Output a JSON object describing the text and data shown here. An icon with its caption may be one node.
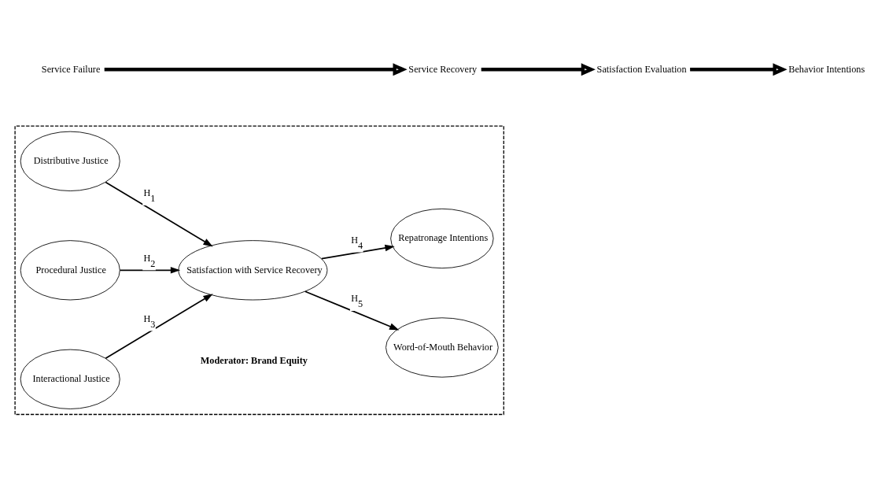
{
  "diagram": {
    "nodes": [
      {
        "text": [
          "Service Failure"
        ]
      },
      {
        "text": [
          "Service Recovery"
        ]
      },
      {
        "text": [
          "Satisfaction Evaluation"
        ]
      },
      {
        "text": [
          "Behavior Intentions"
        ]
      },
      {
        "text": [],
        "shape": "box"
      },
      {
        "text": [
          "Distributive Justice"
        ],
        "in": 4
      },
      {
        "text": [
          "Procedural Justice"
        ],
        "in": 4
      },
      {
        "text": [
          "Interactional Justice"
        ],
        "in": 4
      },
      {
        "text": [
          "Satisfaction with Service Recovery"
        ],
        "in": 4
      },
      {
        "text": [
          "Repatronage Intentions"
        ],
        "in": 4
      },
      {
        "text": [
          "Word-of-Mouth Behavior"
        ],
        "in": 4
      }
    ],
    "edges": [
      {
        "from": 0,
        "to": 1,
        "arrow": "to",
        "style": "thick"
      },
      {
        "from": 1,
        "to": 2,
        "arrow": "to",
        "style": "thick"
      },
      {
        "from": 2,
        "to": 3,
        "arrow": "to",
        "style": "thick"
      },
      {
        "from": 5,
        "to": 8,
        "arrow": "to",
        "label": "H$_{1}$"
      },
      {
        "from": 6,
        "to": 8,
        "arrow": "to",
        "label": "H$_{2}$"
      },
      {
        "from": 7,
        "to": 8,
        "arrow": "to",
        "label": "H$_{3}$"
      },
      {
        "from": 8,
        "to": 9,
        "arrow": "to",
        "label": "H$_{4}$"
      },
      {
        "from": 8,
        "to": 10,
        "arrow": "to",
        "label": "H$_{5}$"
      }
    ],
    "labels": [
      "Moderator: Brand Equity"
    ]
  }
}
